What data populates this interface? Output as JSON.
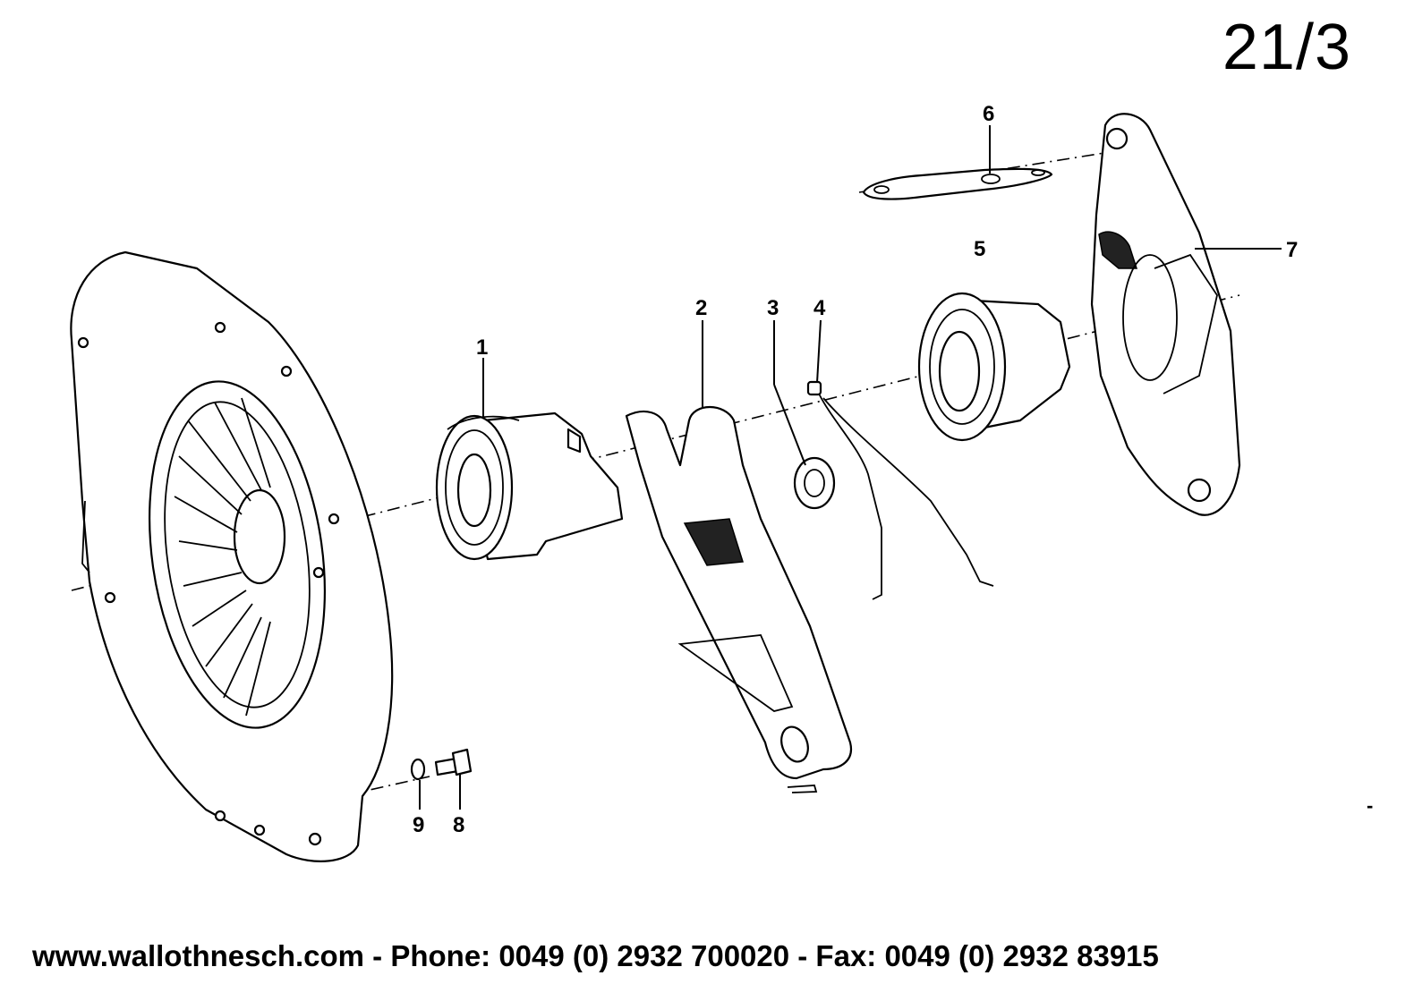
{
  "page_number": "21/3",
  "callouts": {
    "c1": "1",
    "c2": "2",
    "c3": "3",
    "c4": "4",
    "c5": "5",
    "c6": "6",
    "c7": "7",
    "c8": "8",
    "c9": "9"
  },
  "footer": "www.wallothnesch.com - Phone: 0049 (0) 2932 700020 - Fax: 0049 (0) 2932 83915",
  "edge_mark": "-"
}
